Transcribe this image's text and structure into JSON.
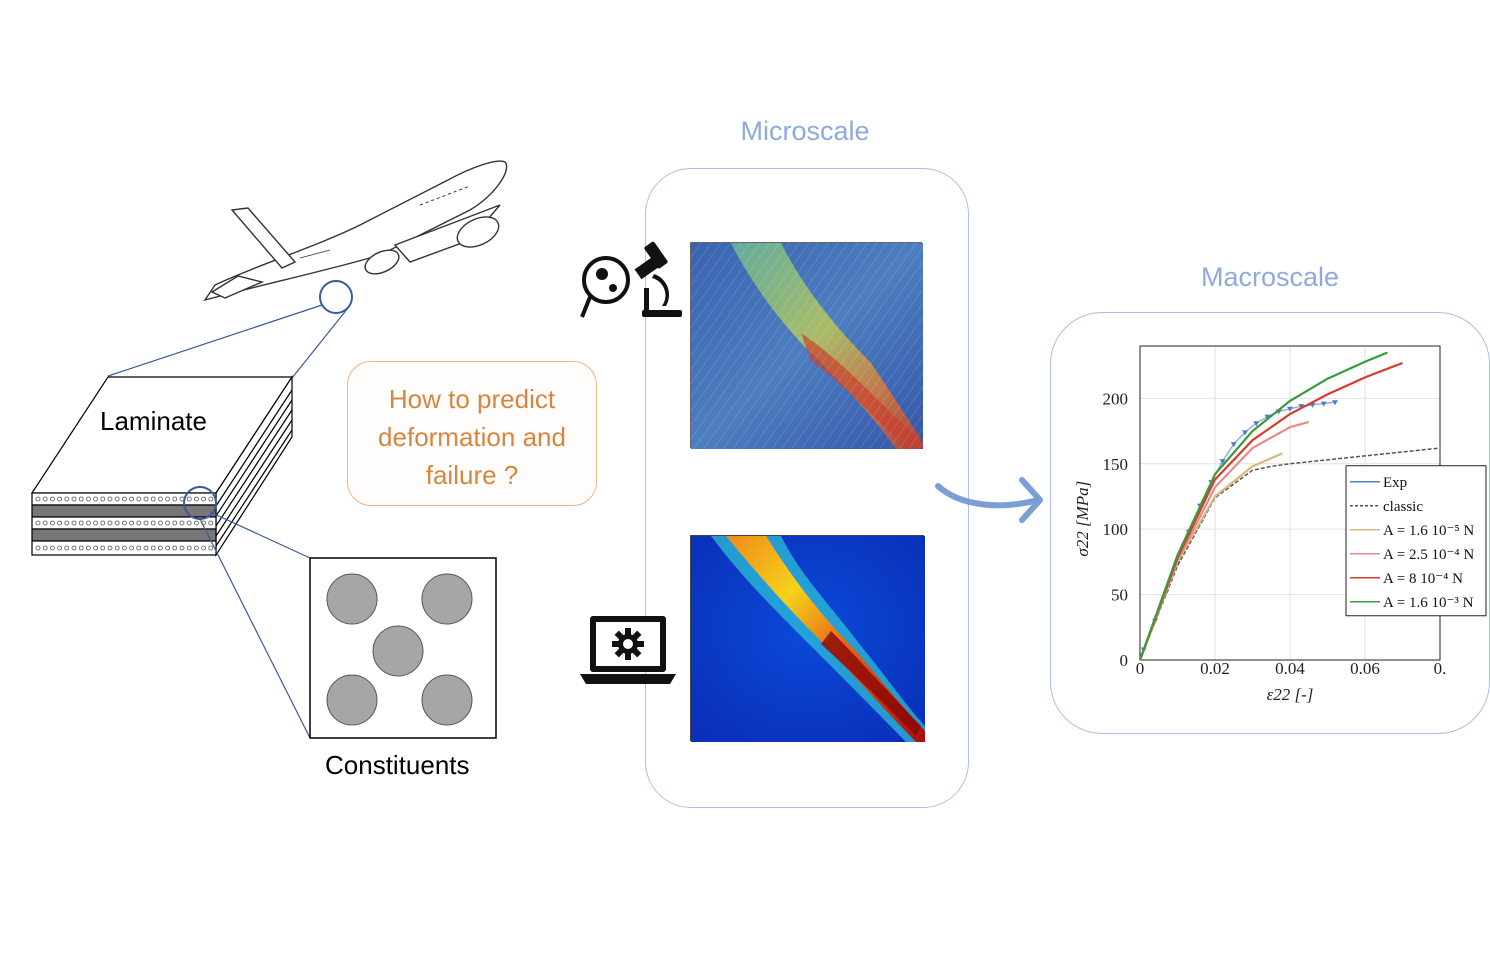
{
  "labels": {
    "laminate": "Laminate",
    "constituents": "Constituents",
    "microscale": "Microscale",
    "macroscale": "Macroscale",
    "question_lines": [
      "How to predict",
      "deformation and",
      "failure ?"
    ]
  },
  "icons": {
    "microscope": "microscope-gears-icon",
    "laptop": "laptop-gear-icon",
    "arrow": "curved-arrow-right-icon",
    "airplane": "airplane-sketch"
  },
  "colors": {
    "scale_title": "#8faadc",
    "question_text": "#d6863e",
    "question_border": "#f0b482",
    "box_border": "#aac0e4"
  },
  "chart_data": {
    "type": "line",
    "xlabel": "ε22 [-]",
    "ylabel": "σ22 [MPa]",
    "xlim": [
      0,
      0.08
    ],
    "ylim": [
      0,
      240
    ],
    "x_ticks": [
      "0",
      "0.02",
      "0.04",
      "0.06",
      "0."
    ],
    "y_ticks": [
      "0",
      "50",
      "100",
      "150",
      "200"
    ],
    "grid": true,
    "legend_position": "bottom-right",
    "series": [
      {
        "name": "Exp",
        "color": "#4a7fc1",
        "style": "markers",
        "x": [
          0.001,
          0.004,
          0.007,
          0.01,
          0.013,
          0.016,
          0.019,
          0.022,
          0.025,
          0.028,
          0.031,
          0.034,
          0.037,
          0.04,
          0.043,
          0.046,
          0.049,
          0.052
        ],
        "y": [
          8,
          30,
          52,
          74,
          98,
          118,
          136,
          152,
          165,
          174,
          181,
          186,
          190,
          192,
          194,
          195,
          196,
          197
        ]
      },
      {
        "name": "classic",
        "color": "#555555",
        "style": "dashed",
        "x": [
          0,
          0.01,
          0.02,
          0.03,
          0.035,
          0.04,
          0.05,
          0.06,
          0.07,
          0.08
        ],
        "y": [
          0,
          72,
          124,
          145,
          148,
          150,
          153,
          156,
          159,
          162
        ]
      },
      {
        "name": "A = 1.6 10⁻⁵ N",
        "color": "#d9b77a",
        "style": "line",
        "x": [
          0,
          0.01,
          0.02,
          0.03,
          0.038
        ],
        "y": [
          0,
          75,
          125,
          148,
          158
        ]
      },
      {
        "name": "A = 2.5 10⁻⁴ N",
        "color": "#e88a8a",
        "style": "line",
        "x": [
          0,
          0.01,
          0.02,
          0.03,
          0.04,
          0.045
        ],
        "y": [
          0,
          76,
          132,
          162,
          178,
          182
        ]
      },
      {
        "name": "A = 8 10⁻⁴ N",
        "color": "#d93a2e",
        "style": "line",
        "x": [
          0,
          0.01,
          0.02,
          0.03,
          0.04,
          0.05,
          0.06,
          0.07
        ],
        "y": [
          0,
          78,
          138,
          168,
          188,
          203,
          216,
          227
        ]
      },
      {
        "name": "A = 1.6 10⁻³ N",
        "color": "#3a9a3a",
        "style": "line",
        "x": [
          0,
          0.01,
          0.02,
          0.03,
          0.04,
          0.05,
          0.06,
          0.066
        ],
        "y": [
          0,
          80,
          142,
          175,
          198,
          215,
          228,
          235
        ]
      }
    ]
  }
}
